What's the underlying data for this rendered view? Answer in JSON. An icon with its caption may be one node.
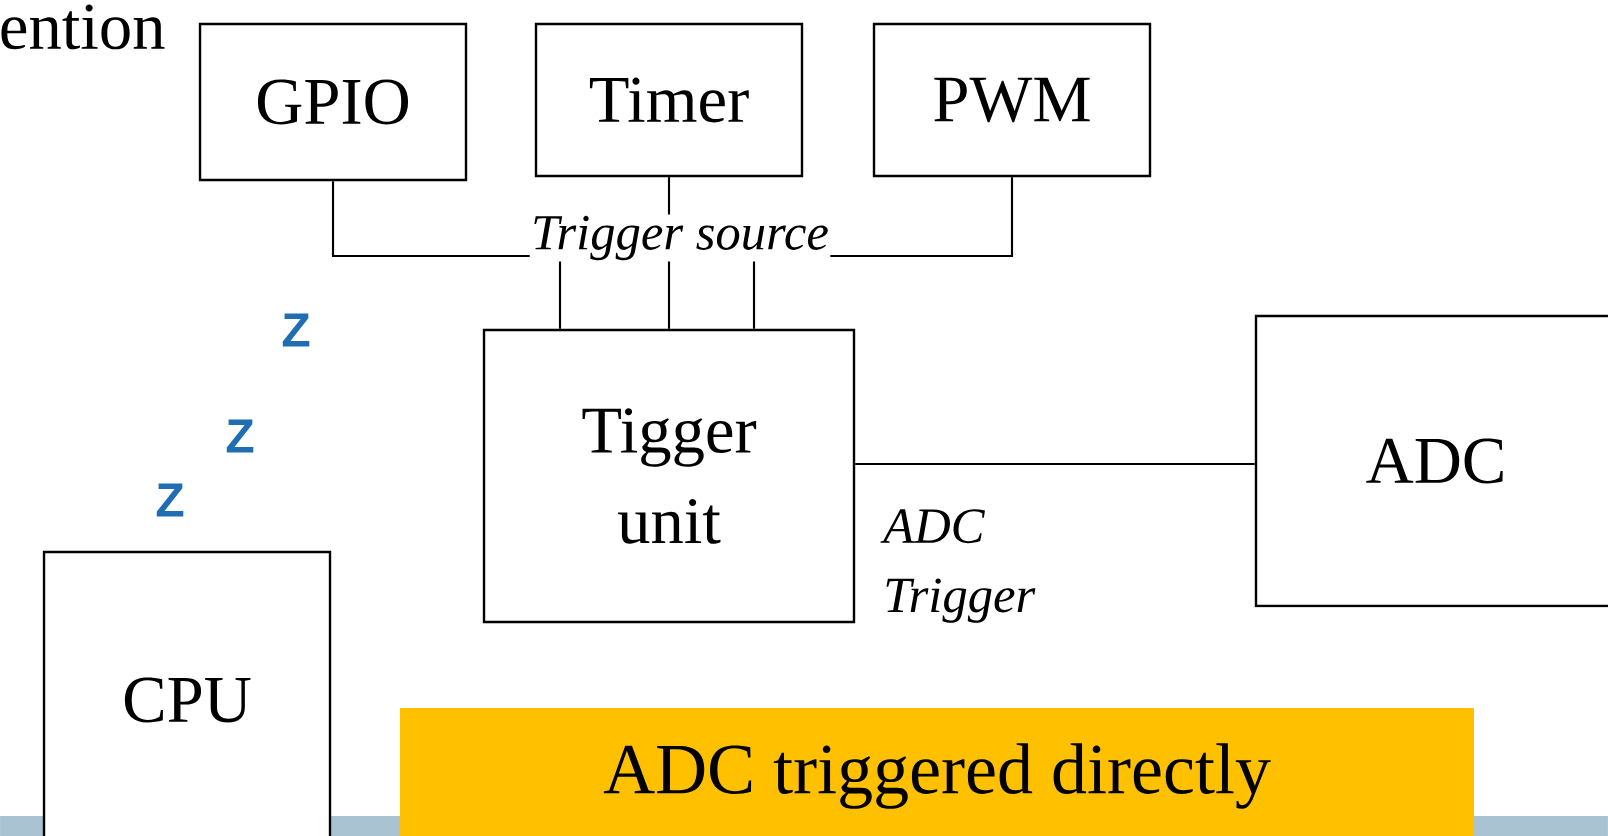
{
  "diagram": {
    "nodes": [
      {
        "text": [
          "GPIO"
        ]
      },
      {
        "text": [
          "Timer"
        ]
      },
      {
        "text": [
          "PWM"
        ]
      },
      {
        "text": [
          "Tigger unit"
        ]
      },
      {
        "text": [
          "ADC"
        ]
      },
      {
        "text": [
          "CPU"
        ]
      },
      {
        "text": [
          "ADC triggered directly"
        ]
      }
    ],
    "edges": [
      {
        "from": 0,
        "to": 3,
        "arrow": "none"
      },
      {
        "from": 1,
        "to": 3,
        "arrow": "none"
      },
      {
        "from": 2,
        "to": 3,
        "arrow": "none"
      },
      {
        "from": 3,
        "to": 4,
        "arrow": "none",
        "label": "ADC Trigger"
      }
    ],
    "labels": [
      "ention",
      "Trigger source",
      "Z",
      "Z",
      "Z"
    ]
  }
}
